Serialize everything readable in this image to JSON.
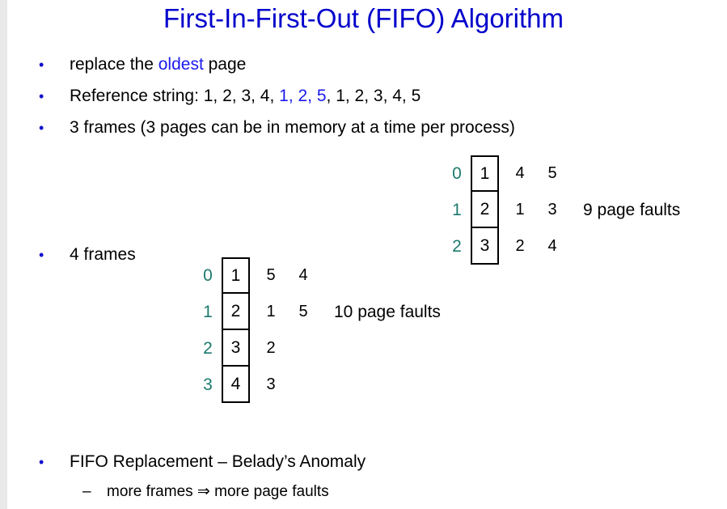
{
  "slide": {
    "title": "First-In-First-Out (FIFO) Algorithm",
    "title_color": "#0000cc",
    "background_color": "#ffffff",
    "accent_blue": "#1a1aee",
    "label_teal": "#1c7a6e",
    "left_strip_color": "#e9e9e9"
  },
  "bullets": {
    "b1": {
      "pre": "replace the ",
      "highlight": "oldest",
      "post": " page"
    },
    "b2": {
      "pre": "Reference string: 1, 2, 3, 4, ",
      "highlight": "1, 2, 5",
      "post": ", 1, 2, 3, 4, 5"
    },
    "b3": {
      "text": "3 frames (3 pages can be in memory at a time per process)"
    },
    "b4": {
      "text": "4 frames"
    },
    "b5": {
      "text": "FIFO Replacement – Belady’s Anomaly"
    },
    "sub1": {
      "dash": "–",
      "text": "more frames ⇒ more page faults"
    },
    "marker": "•"
  },
  "diagram_three": {
    "name": "3-frame FIFO trace",
    "faults_label": "9 page faults",
    "rows": [
      {
        "label": "0",
        "boxed": "1",
        "trail": [
          "4",
          "5"
        ]
      },
      {
        "label": "1",
        "boxed": "2",
        "trail": [
          "1",
          "3"
        ]
      },
      {
        "label": "2",
        "boxed": "3",
        "trail": [
          "2",
          "4"
        ]
      }
    ]
  },
  "diagram_four": {
    "name": "4-frame FIFO trace",
    "faults_label": "10 page faults",
    "rows": [
      {
        "label": "0",
        "boxed": "1",
        "trail": [
          "5",
          "4"
        ]
      },
      {
        "label": "1",
        "boxed": "2",
        "trail": [
          "1",
          "5"
        ]
      },
      {
        "label": "2",
        "boxed": "3",
        "trail": [
          "2",
          ""
        ]
      },
      {
        "label": "3",
        "boxed": "4",
        "trail": [
          "3",
          ""
        ]
      }
    ]
  }
}
